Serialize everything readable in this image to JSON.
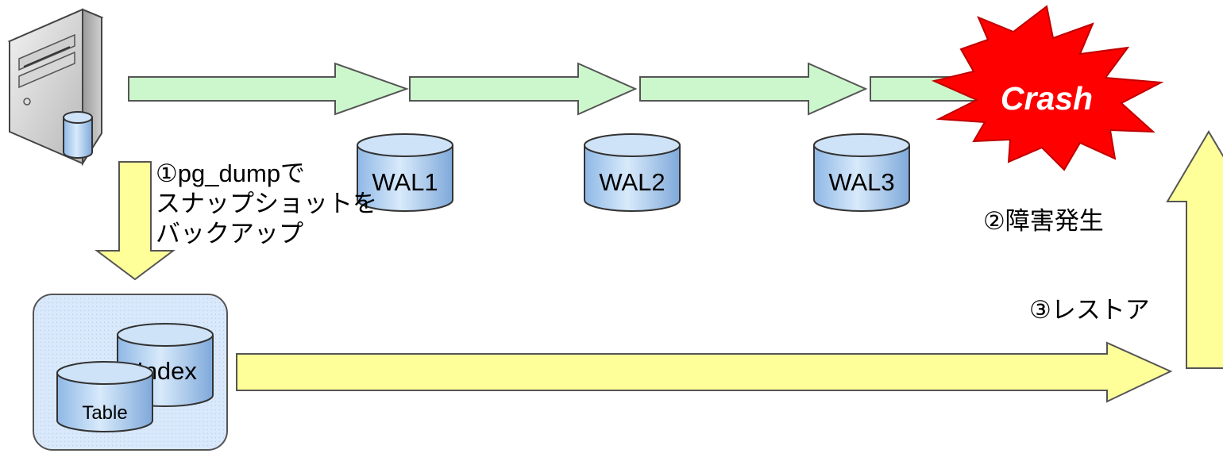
{
  "wal_segments": [
    "WAL1",
    "WAL2",
    "WAL3"
  ],
  "crash_label": "Crash",
  "steps": {
    "backup": [
      "①pg_dumpで",
      "スナップショットを",
      "バックアップ"
    ],
    "failure": "②障害発生",
    "restore": "③レストア"
  },
  "snapshot": {
    "index_label": "Index",
    "table_label": "Table"
  },
  "colors": {
    "wal_arrow_fill": "#ccf7cc",
    "yellow_arrow_fill": "#ffff99",
    "cylinder_fill": "#bcd8f5",
    "crash_fill": "#ff0000",
    "snapshot_box_fill": "#d9e9fb"
  }
}
